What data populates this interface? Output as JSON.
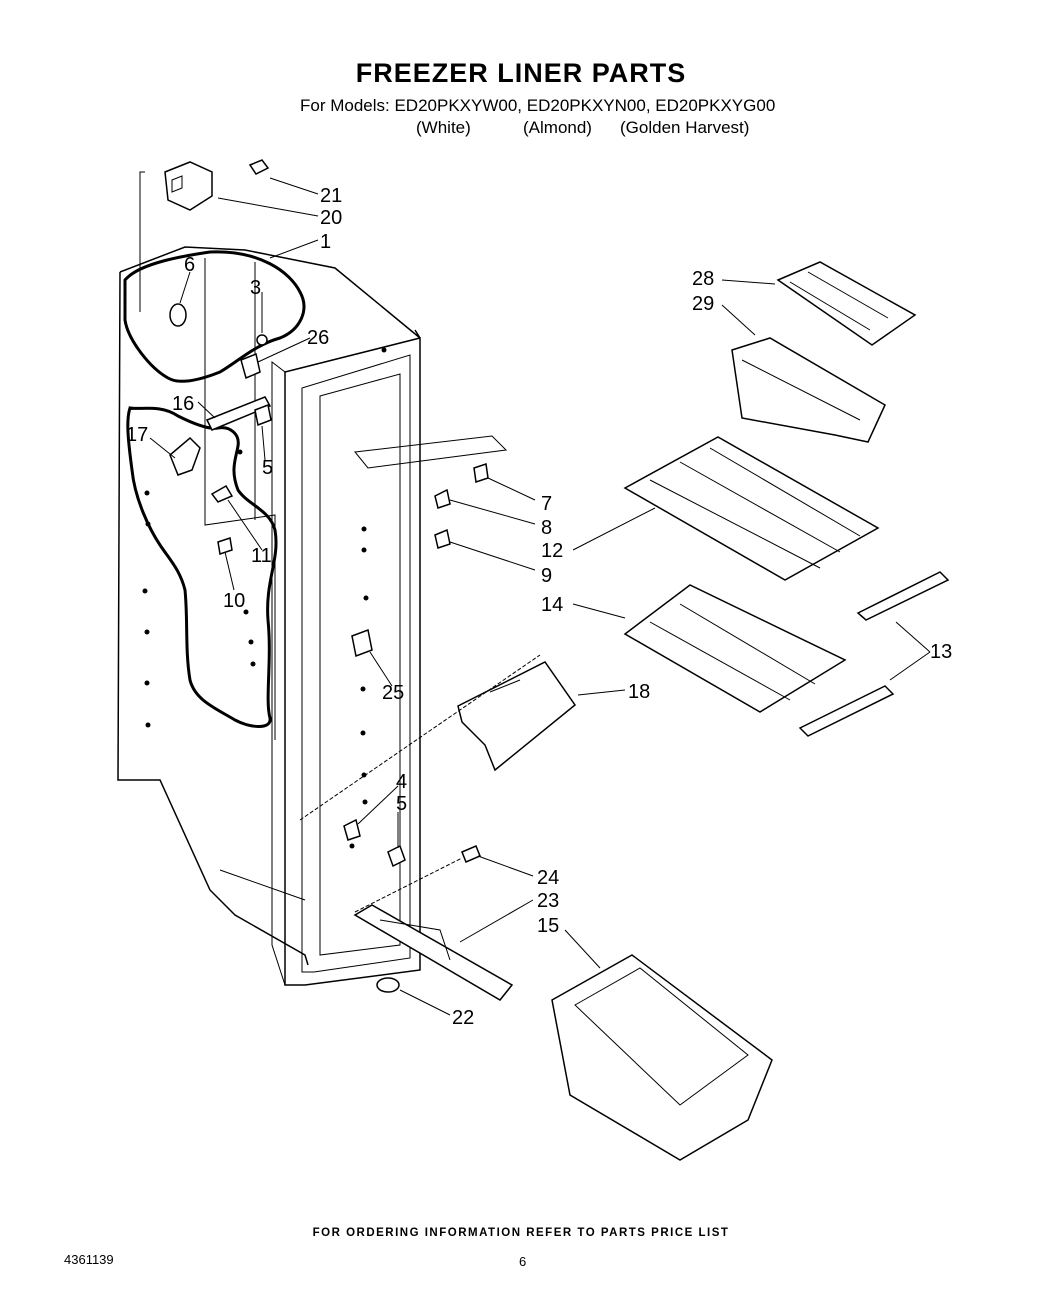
{
  "header": {
    "title": "FREEZER LINER PARTS",
    "models_line": "For Models: ED20PKXYW00, ED20PKXYN00, ED20PKXYG00",
    "variants": [
      "(White)",
      "(Almond)",
      "(Golden Harvest)"
    ]
  },
  "callouts": {
    "c1": "1",
    "c3": "3",
    "c4": "4",
    "c5a": "5",
    "c5b": "5",
    "c6": "6",
    "c7": "7",
    "c8": "8",
    "c9": "9",
    "c10": "10",
    "c11": "11",
    "c12": "12",
    "c13": "13",
    "c14": "14",
    "c15": "15",
    "c16": "16",
    "c17": "17",
    "c18": "18",
    "c20": "20",
    "c21": "21",
    "c22": "22",
    "c23": "23",
    "c24": "24",
    "c25": "25",
    "c26": "26",
    "c28": "28",
    "c29": "29"
  },
  "footer": {
    "ordering_note": "FOR ORDERING INFORMATION REFER TO PARTS PRICE LIST",
    "doc_number": "4361139",
    "page_number": "6"
  }
}
